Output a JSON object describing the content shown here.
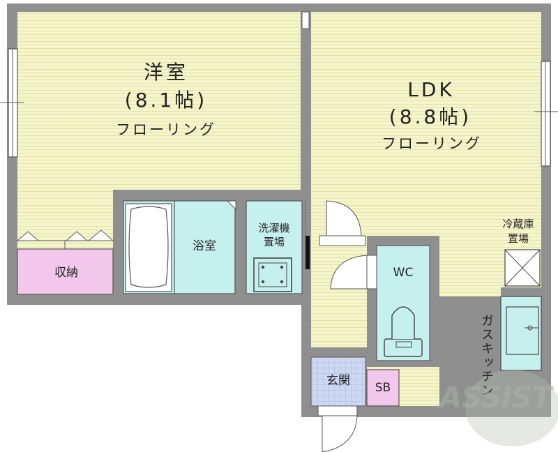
{
  "rooms": {
    "western": {
      "name": "洋室",
      "size": "(8.1帖)",
      "floor": "フローリング"
    },
    "ldk": {
      "name": "LDK",
      "size": "(8.8帖)",
      "floor": "フローリング"
    },
    "storage": {
      "name": "収納"
    },
    "bath": {
      "name": "浴室"
    },
    "laundry": {
      "line1": "洗濯機",
      "line2": "置場"
    },
    "fridge": {
      "line1": "冷蔵庫",
      "line2": "置場"
    },
    "wc": {
      "name": "WC"
    },
    "kitchen": {
      "name": "ガスキッチン"
    },
    "entrance": {
      "name": "玄関"
    },
    "shoebox": {
      "name": "SB"
    }
  },
  "watermark": {
    "text": "ASSIST"
  },
  "colors": {
    "room_fill": "#f4f4c8",
    "room_lines": "#e6e6ac",
    "wall": "#8c8c8c",
    "storage_fill": "#f2c8ec",
    "wet_fill": "#c8f2f2",
    "entrance_fill": "#c8d4f0",
    "outline": "#555555"
  }
}
